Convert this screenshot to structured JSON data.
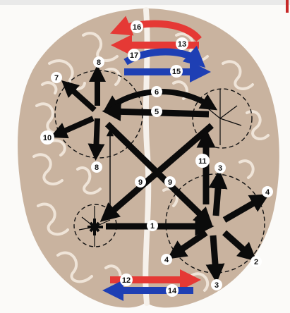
{
  "colors": {
    "background": "#fbfaf8",
    "brain": "#c9b39f",
    "gyri": "#efe4d8",
    "paths": "#0b0b0b",
    "red": "#e53935",
    "blue": "#1e3fb4",
    "label_fill": "#ffffff"
  },
  "labels": {
    "l1": "1",
    "l2": "2",
    "l3a": "3",
    "l3b": "3",
    "l4a": "4",
    "l4b": "4",
    "l5": "5",
    "l6": "6",
    "l7": "7",
    "l8a": "8",
    "l8b": "8",
    "l9a": "9",
    "l9b": "9",
    "l10": "10",
    "l11": "11",
    "l12": "12",
    "l13": "13",
    "l14": "14",
    "l15": "15",
    "l16": "16",
    "l17": "17"
  }
}
